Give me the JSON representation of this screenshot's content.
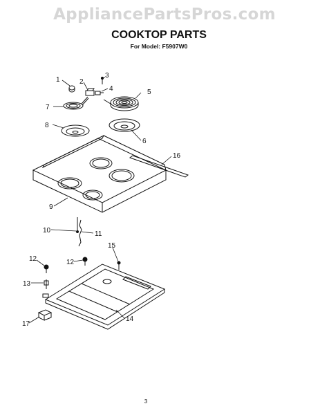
{
  "watermark": "AppliancePartsPros.com",
  "header": {
    "title": "COOKTOP PARTS",
    "subtitle": "For Model: F5907W0"
  },
  "callouts": {
    "c1": "1",
    "c2": "2",
    "c3": "3",
    "c4": "4",
    "c5": "5",
    "c6": "6",
    "c7": "7",
    "c8": "8",
    "c9": "9",
    "c10": "10",
    "c11": "11",
    "c12a": "12",
    "c12b": "12",
    "c13": "13",
    "c14": "14",
    "c15": "15",
    "c16": "16",
    "c17": "17"
  },
  "page_number": "3"
}
